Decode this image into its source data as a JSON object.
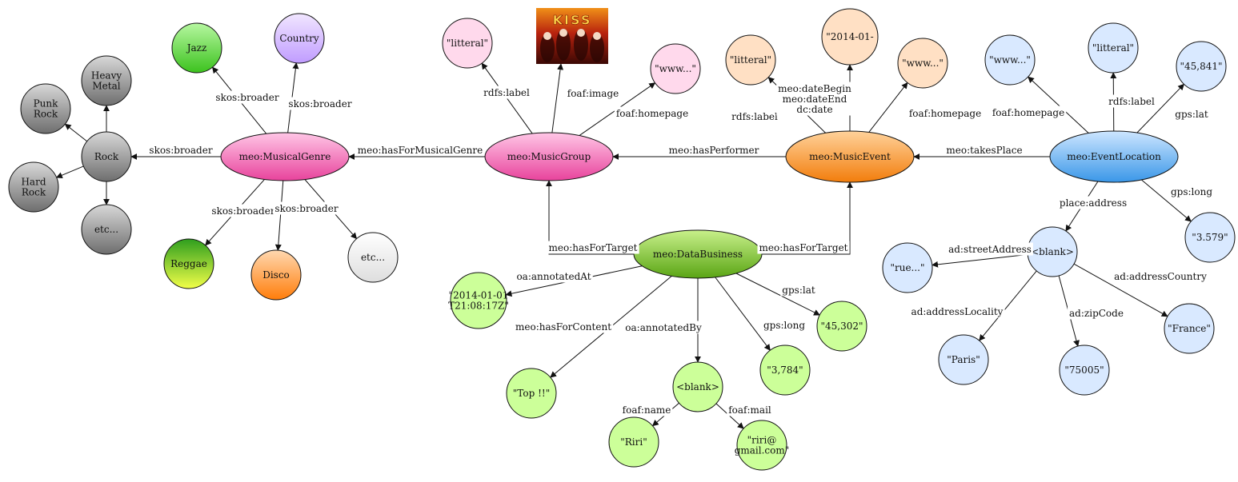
{
  "colors": {
    "pink": "#ff7fc8",
    "orange": "#ff9a2e",
    "blue": "#5fb0f0",
    "green": "#7fc832",
    "light_pink": "#ffd9ec",
    "light_peach": "#ffe0c4",
    "light_blue": "#d9e9ff",
    "light_green": "#ccff99",
    "grey": "#9a9a9a",
    "jazz_green": "#55dd33",
    "country_purple": "#d6b8ff",
    "disco_orange": "#ff8a1a",
    "reggae_top": "#33aa22",
    "reggae_bottom": "#eeff44",
    "etc_white": "#f2f2f2"
  },
  "image": {
    "name": "kiss-band-image",
    "alt_text": "KISS"
  },
  "nodes": [
    {
      "id": "musical_genre",
      "label": "meo:MusicalGenre",
      "kind": "class",
      "color": "pink"
    },
    {
      "id": "music_group",
      "label": "meo:MusicGroup",
      "kind": "class",
      "color": "pink"
    },
    {
      "id": "music_event",
      "label": "meo:MusicEvent",
      "kind": "class",
      "color": "orange"
    },
    {
      "id": "event_location",
      "label": "meo:EventLocation",
      "kind": "class",
      "color": "blue"
    },
    {
      "id": "data_business",
      "label": "meo:DataBusiness",
      "kind": "class",
      "color": "green"
    },
    {
      "id": "rock",
      "label": "Rock",
      "kind": "circle",
      "color": "grey"
    },
    {
      "id": "heavy_metal",
      "label": "Heavy\nMetal",
      "kind": "circle",
      "color": "grey"
    },
    {
      "id": "punk_rock",
      "label": "Punk\nRock",
      "kind": "circle",
      "color": "grey"
    },
    {
      "id": "hard_rock",
      "label": "Hard\nRock",
      "kind": "circle",
      "color": "grey"
    },
    {
      "id": "rock_etc",
      "label": "etc...",
      "kind": "circle",
      "color": "grey"
    },
    {
      "id": "jazz",
      "label": "Jazz",
      "kind": "circle",
      "color": "jazz_green"
    },
    {
      "id": "country",
      "label": "Country",
      "kind": "circle",
      "color": "country_purple"
    },
    {
      "id": "reggae",
      "label": "Reggae",
      "kind": "circle",
      "color": "reggae"
    },
    {
      "id": "disco",
      "label": "Disco",
      "kind": "circle",
      "color": "disco_orange"
    },
    {
      "id": "genre_etc",
      "label": "etc...",
      "kind": "circle",
      "color": "etc_white"
    },
    {
      "id": "group_label",
      "label": "\"litteral\"",
      "kind": "circle",
      "color": "light_pink"
    },
    {
      "id": "group_homepage",
      "label": "\"www...\"",
      "kind": "circle",
      "color": "light_pink"
    },
    {
      "id": "event_label",
      "label": "\"litteral\"",
      "kind": "circle",
      "color": "light_peach"
    },
    {
      "id": "event_date",
      "label": "\"2014-01-",
      "kind": "circle",
      "color": "light_peach"
    },
    {
      "id": "event_homepage",
      "label": "\"www...\"",
      "kind": "circle",
      "color": "light_peach"
    },
    {
      "id": "loc_homepage",
      "label": "\"www...\"",
      "kind": "circle",
      "color": "light_blue"
    },
    {
      "id": "loc_label",
      "label": "\"litteral\"",
      "kind": "circle",
      "color": "light_blue"
    },
    {
      "id": "loc_lat",
      "label": "\"45,841\"",
      "kind": "circle",
      "color": "light_blue"
    },
    {
      "id": "loc_long",
      "label": "\"3.579\"",
      "kind": "circle",
      "color": "light_blue"
    },
    {
      "id": "loc_blank",
      "label": "<blank>",
      "kind": "circle",
      "color": "light_blue"
    },
    {
      "id": "street",
      "label": "\"rue...\"",
      "kind": "circle",
      "color": "light_blue"
    },
    {
      "id": "paris",
      "label": "\"Paris\"",
      "kind": "circle",
      "color": "light_blue"
    },
    {
      "id": "zipcode",
      "label": "\"75005\"",
      "kind": "circle",
      "color": "light_blue"
    },
    {
      "id": "france",
      "label": "\"France\"",
      "kind": "circle",
      "color": "light_blue"
    },
    {
      "id": "annotated_at",
      "label": "\"2014-01-01\nT21:08:17Z\"",
      "kind": "circle",
      "color": "light_green"
    },
    {
      "id": "top",
      "label": "\"Top !!\"",
      "kind": "circle",
      "color": "light_green"
    },
    {
      "id": "db_blank",
      "label": "<blank>",
      "kind": "circle",
      "color": "light_green"
    },
    {
      "id": "db_long",
      "label": "\"3,784\"",
      "kind": "circle",
      "color": "light_green"
    },
    {
      "id": "db_lat",
      "label": "\"45,302\"",
      "kind": "circle",
      "color": "light_green"
    },
    {
      "id": "riri",
      "label": "\"Riri\"",
      "kind": "circle",
      "color": "light_green"
    },
    {
      "id": "riri_mail",
      "label": "\"riri@\ngmail.com\"",
      "kind": "circle",
      "color": "light_green"
    }
  ],
  "edges": [
    {
      "from": "musical_genre",
      "to": "rock",
      "label": "skos:broader"
    },
    {
      "from": "musical_genre",
      "to": "jazz",
      "label": "skos:broader"
    },
    {
      "from": "musical_genre",
      "to": "country",
      "label": "skos:broader"
    },
    {
      "from": "musical_genre",
      "to": "reggae",
      "label": "skos:broader"
    },
    {
      "from": "musical_genre",
      "to": "disco",
      "label": "skos:broader"
    },
    {
      "from": "musical_genre",
      "to": "genre_etc",
      "label": ""
    },
    {
      "from": "rock",
      "to": "heavy_metal",
      "label": ""
    },
    {
      "from": "rock",
      "to": "punk_rock",
      "label": ""
    },
    {
      "from": "rock",
      "to": "hard_rock",
      "label": ""
    },
    {
      "from": "rock",
      "to": "rock_etc",
      "label": ""
    },
    {
      "from": "music_group",
      "to": "musical_genre",
      "label": "meo:hasForMusicalGenre"
    },
    {
      "from": "music_group",
      "to": "group_label",
      "label": "rdfs:label"
    },
    {
      "from": "music_group",
      "to": "kiss_image",
      "label": "foaf:image"
    },
    {
      "from": "music_group",
      "to": "group_homepage",
      "label": "foaf:homepage"
    },
    {
      "from": "music_event",
      "to": "music_group",
      "label": "meo:hasPerformer"
    },
    {
      "from": "music_event",
      "to": "event_label",
      "label": "rdfs:label"
    },
    {
      "from": "music_event",
      "to": "event_date",
      "label": "meo:dateBegin\nmeo:dateEnd\ndc:date"
    },
    {
      "from": "music_event",
      "to": "event_homepage",
      "label": "foaf:homepage"
    },
    {
      "from": "event_location",
      "to": "music_event",
      "label": "meo:takesPlace"
    },
    {
      "from": "event_location",
      "to": "loc_homepage",
      "label": "foaf:homepage"
    },
    {
      "from": "event_location",
      "to": "loc_label",
      "label": "rdfs:label"
    },
    {
      "from": "event_location",
      "to": "loc_lat",
      "label": "gps:lat"
    },
    {
      "from": "event_location",
      "to": "loc_long",
      "label": "gps:long"
    },
    {
      "from": "event_location",
      "to": "loc_blank",
      "label": "place:address"
    },
    {
      "from": "loc_blank",
      "to": "street",
      "label": "ad:streetAddress"
    },
    {
      "from": "loc_blank",
      "to": "paris",
      "label": "ad:addressLocality"
    },
    {
      "from": "loc_blank",
      "to": "zipcode",
      "label": "ad:zipCode"
    },
    {
      "from": "loc_blank",
      "to": "france",
      "label": "ad:addressCountry"
    },
    {
      "from": "data_business",
      "to": "music_group",
      "label": "meo:hasForTarget"
    },
    {
      "from": "data_business",
      "to": "music_event",
      "label": "meo:hasForTarget"
    },
    {
      "from": "data_business",
      "to": "annotated_at",
      "label": "oa:annotatedAt"
    },
    {
      "from": "data_business",
      "to": "top",
      "label": "meo:hasForContent"
    },
    {
      "from": "data_business",
      "to": "db_blank",
      "label": "oa:annotatedBy"
    },
    {
      "from": "data_business",
      "to": "db_long",
      "label": "gps:long"
    },
    {
      "from": "data_business",
      "to": "db_lat",
      "label": "gps:lat"
    },
    {
      "from": "db_blank",
      "to": "riri",
      "label": "foaf:name"
    },
    {
      "from": "db_blank",
      "to": "riri_mail",
      "label": "foaf:mail"
    }
  ]
}
